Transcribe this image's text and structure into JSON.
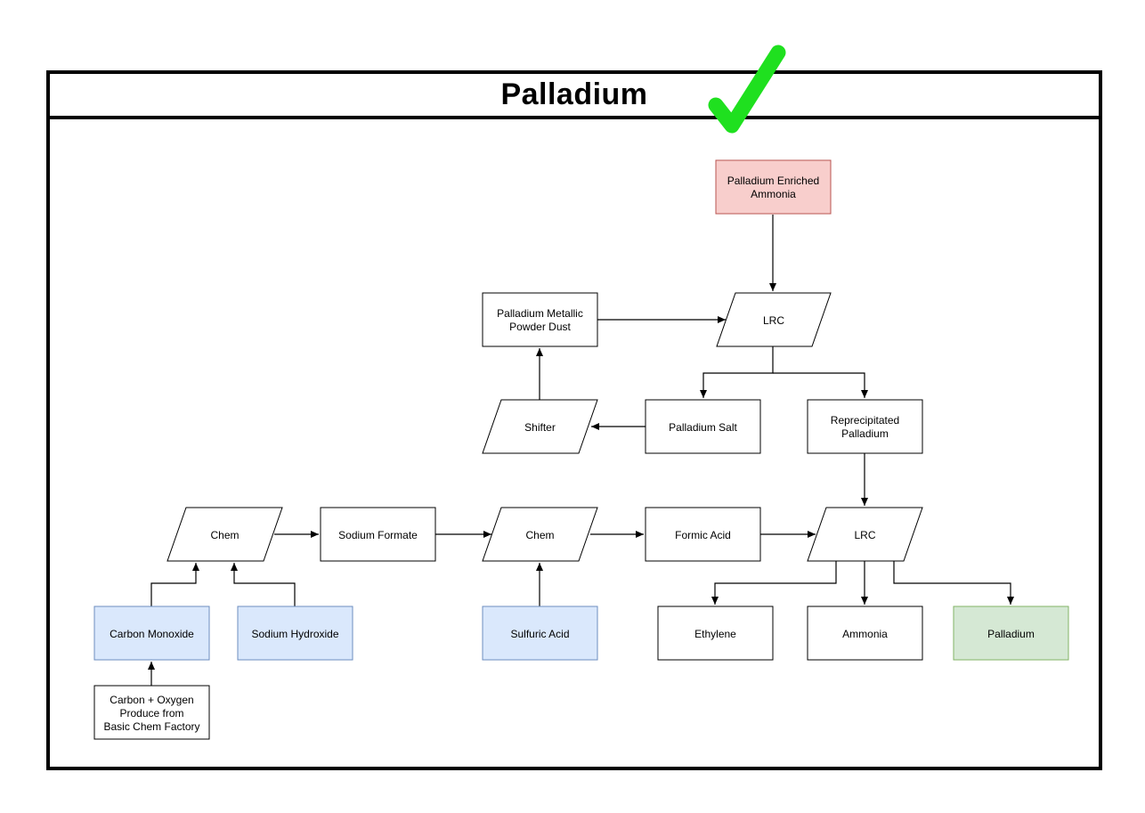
{
  "title": "Palladium",
  "check_icon": "check-mark-icon",
  "colors": {
    "source": "#f8cecc",
    "source_border": "#b85450",
    "input": "#dae8fc",
    "input_border": "#6c8ebf",
    "output": "#d5e8d4",
    "output_border": "#82b366",
    "check": "#1fe01f"
  },
  "nodes": {
    "pd_enriched_ammonia": [
      "Palladium Enriched",
      "Ammonia"
    ],
    "lrc_top": [
      "LRC"
    ],
    "pd_metallic_powder": [
      "Palladium Metallic",
      "Powder Dust"
    ],
    "shifter": [
      "Shifter"
    ],
    "pd_salt": [
      "Palladium Salt"
    ],
    "reprecipitated_pd": [
      "Reprecipitated",
      "Palladium"
    ],
    "chem_left": [
      "Chem"
    ],
    "sodium_formate": [
      "Sodium Formate"
    ],
    "chem_mid": [
      "Chem"
    ],
    "formic_acid": [
      "Formic Acid"
    ],
    "lrc_bottom": [
      "LRC"
    ],
    "carbon_monoxide": [
      "Carbon Monoxide"
    ],
    "sodium_hydroxide": [
      "Sodium Hydroxide"
    ],
    "sulfuric_acid": [
      "Sulfuric Acid"
    ],
    "ethylene": [
      "Ethylene"
    ],
    "ammonia": [
      "Ammonia"
    ],
    "palladium": [
      "Palladium"
    ],
    "carbon_oxygen": [
      "Carbon + Oxygen",
      "Produce from",
      "Basic Chem Factory"
    ]
  }
}
